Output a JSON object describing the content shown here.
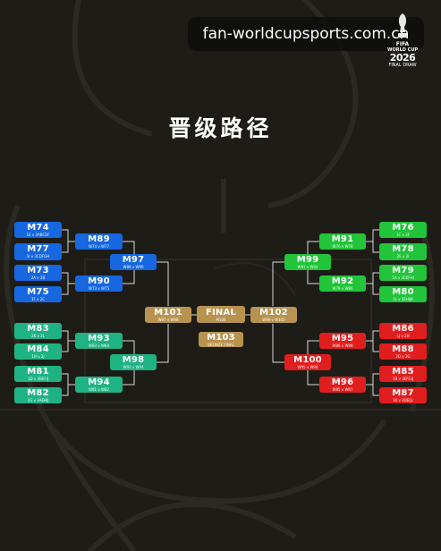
{
  "watermark": {
    "text": "fan-worldcupsports.com.cn"
  },
  "brand": {
    "org": "FIFA",
    "event": "WORLD CUP",
    "year": "2026",
    "subtitle": "FINAL DRAW"
  },
  "title": "晋级路径",
  "colors": {
    "background": "#1d1c17",
    "blue": "#1667e0",
    "teal": "#1fb383",
    "green": "#22c43a",
    "red": "#e01e1e",
    "gold": "#b89350",
    "connector": "#ffffff"
  },
  "round_of_32": {
    "left_top": [
      {
        "code": "M74",
        "desc": "1E v 3ABCDF"
      },
      {
        "code": "M77",
        "desc": "1I v 3CDFGH"
      },
      {
        "code": "M73",
        "desc": "2A v 2B"
      },
      {
        "code": "M75",
        "desc": "1F v 2C"
      }
    ],
    "left_bottom": [
      {
        "code": "M83",
        "desc": "2K v 2L"
      },
      {
        "code": "M84",
        "desc": "1H v 2J"
      },
      {
        "code": "M81",
        "desc": "1D v 3BEFIJ"
      },
      {
        "code": "M82",
        "desc": "1G v 3AEHIJ"
      }
    ],
    "right_top": [
      {
        "code": "M76",
        "desc": "1C v 2F"
      },
      {
        "code": "M78",
        "desc": "2E v 2I"
      },
      {
        "code": "M79",
        "desc": "1A v 3CEFHI"
      },
      {
        "code": "M80",
        "desc": "1L v 3EHIJK"
      }
    ],
    "right_bottom": [
      {
        "code": "M86",
        "desc": "1J v 2H"
      },
      {
        "code": "M88",
        "desc": "2D v 2G"
      },
      {
        "code": "M85",
        "desc": "1B v 3EFGIJ"
      },
      {
        "code": "M87",
        "desc": "1K v 3DEIJL"
      }
    ]
  },
  "round_of_16": {
    "left_top": [
      {
        "code": "M89",
        "desc": "W74 v W77"
      },
      {
        "code": "M90",
        "desc": "W73 v W75"
      }
    ],
    "left_bottom": [
      {
        "code": "M93",
        "desc": "W83 v W84"
      },
      {
        "code": "M94",
        "desc": "W81 v W82"
      }
    ],
    "right_top": [
      {
        "code": "M91",
        "desc": "W76 v W78"
      },
      {
        "code": "M92",
        "desc": "W79 v W80"
      }
    ],
    "right_bottom": [
      {
        "code": "M95",
        "desc": "W86 v W88"
      },
      {
        "code": "M96",
        "desc": "W85 v W87"
      }
    ]
  },
  "quarter_finals": {
    "left_top": {
      "code": "M97",
      "desc": "W89 v W90"
    },
    "left_bottom": {
      "code": "M98",
      "desc": "W93 v W94"
    },
    "right_top": {
      "code": "M99",
      "desc": "W91 v W92"
    },
    "right_bottom": {
      "code": "M100",
      "desc": "W95 v W96"
    }
  },
  "semi_finals": {
    "left": {
      "code": "M101",
      "desc": "W97 v W98"
    },
    "right": {
      "code": "M102",
      "desc": "W99 v W100"
    }
  },
  "final": {
    "code": "FINAL",
    "desc": "M104"
  },
  "third_place": {
    "code": "M103",
    "desc": "BRONZE FINAL"
  }
}
